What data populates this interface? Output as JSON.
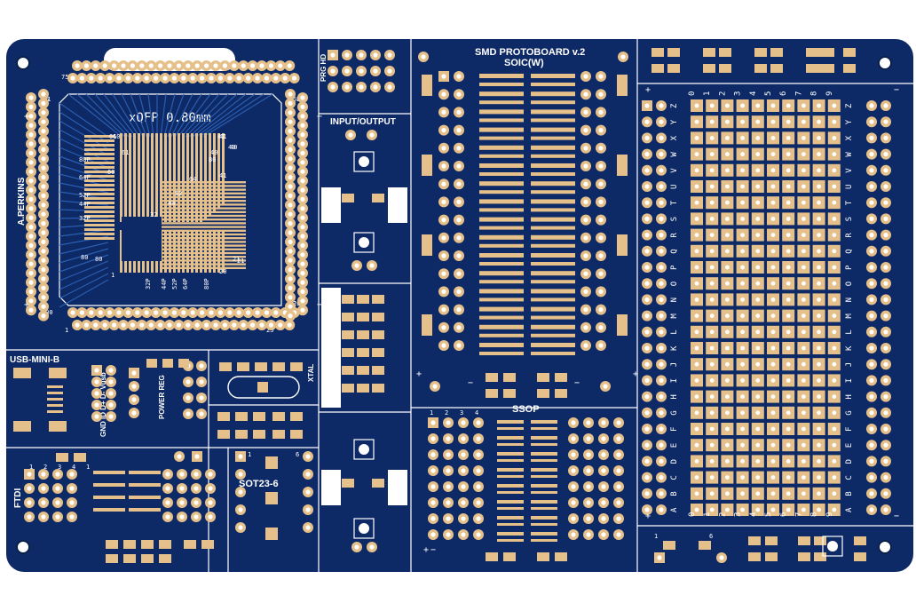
{
  "board": {
    "title": "SMD PROTOBOARD v.2",
    "author": "A.PERKINS",
    "colors": {
      "mask": "#0e2a66",
      "copper": "#e6c08a",
      "silk": "#ffffff",
      "trace": "#2a5db0"
    }
  },
  "labels": {
    "xqfp": "xQFP 0.80mm",
    "prg_hd": "PRG HD",
    "input_output": "INPUT/OUTPUT",
    "soic": "SOIC(W)",
    "ssop": "SSOP",
    "usb": "USB-MINI-B",
    "usb_pins": "GND ID D+ D- Vusb",
    "power_reg": "POWER REG",
    "xtal": "XTAL",
    "ftdi": "FTDI",
    "sot": "SOT23-6"
  },
  "qfp": {
    "corner_numbers": [
      "75",
      "51",
      "50",
      "26",
      "25",
      "1",
      "100",
      "76",
      "61",
      "60",
      "41",
      "40",
      "21",
      "20",
      "80",
      "41",
      "40",
      "61"
    ],
    "package_labels": [
      "80P",
      "64P",
      "52P",
      "44P",
      "32P",
      "32P",
      "44P",
      "52P",
      "64P",
      "80P",
      "32",
      "44",
      "52",
      "64",
      "80",
      "21",
      "80",
      "1",
      "60",
      "41",
      "40",
      "2",
      "25",
      "21",
      "50",
      "61"
    ]
  },
  "grid": {
    "columns": [
      "0",
      "1",
      "2",
      "3",
      "4",
      "5",
      "6",
      "7",
      "8",
      "9"
    ],
    "rows": [
      "Z",
      "Y",
      "X",
      "W",
      "V",
      "U",
      "T",
      "S",
      "R",
      "Q",
      "P",
      "O",
      "N",
      "M",
      "L",
      "K",
      "J",
      "I",
      "H",
      "G",
      "F",
      "E",
      "D",
      "C",
      "B",
      "A"
    ]
  },
  "misc": {
    "ssop_pins": [
      "1",
      "2",
      "3",
      "4"
    ],
    "ftdi_pins": [
      "1",
      "2",
      "3",
      "4",
      "1"
    ],
    "sot_pins": [
      "1",
      "6"
    ],
    "corner_pins": [
      "1",
      "6"
    ],
    "plus": "+",
    "minus": "−"
  }
}
